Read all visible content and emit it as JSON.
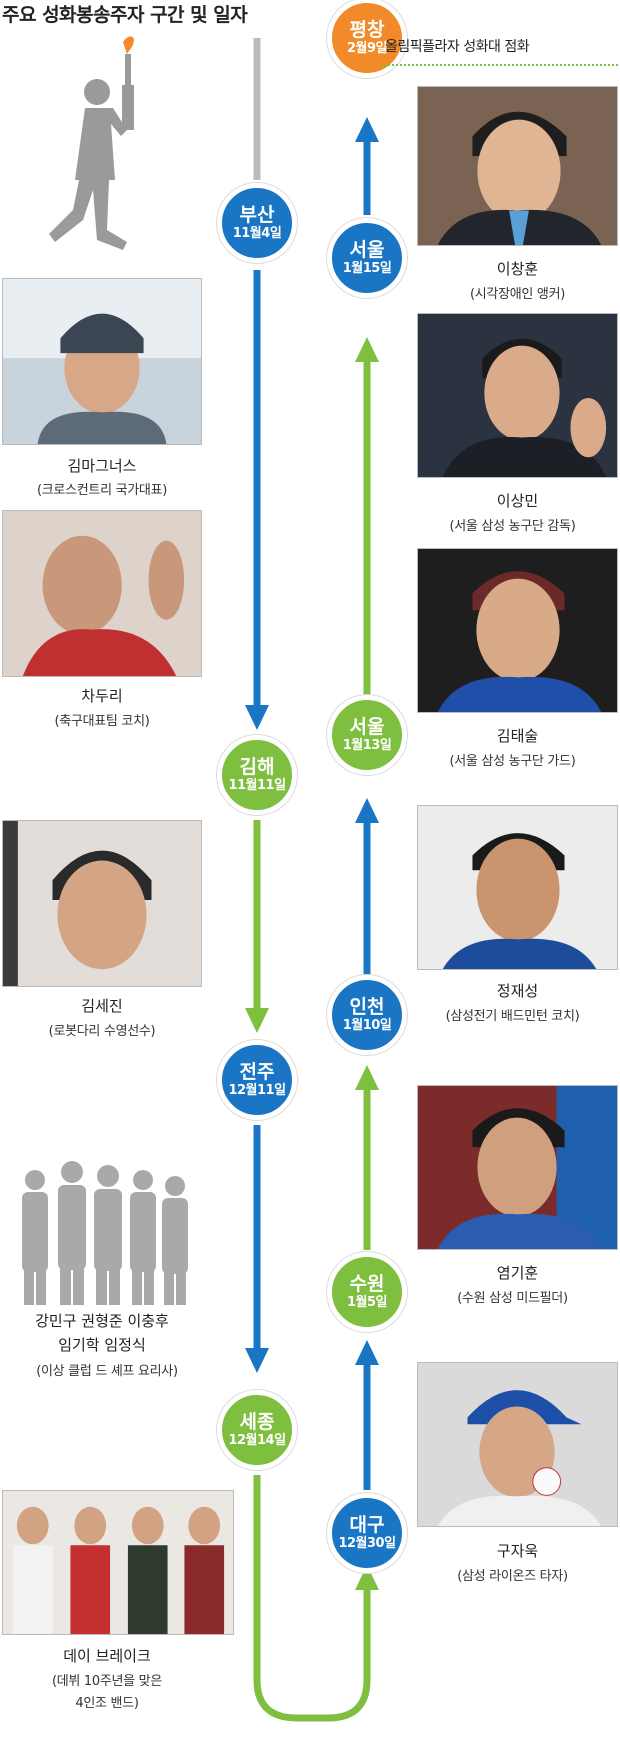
{
  "title": "주요 성화봉송주자 구간 및 일자",
  "final_label": "올림픽플라자 성화대 점화",
  "stops": {
    "pyeongchang": {
      "city": "평창",
      "date": "2월9일"
    },
    "busan": {
      "city": "부산",
      "date": "11월4일"
    },
    "gimhae": {
      "city": "김해",
      "date": "11월11일"
    },
    "jeonju": {
      "city": "전주",
      "date": "12월11일"
    },
    "sejong": {
      "city": "세종",
      "date": "12월14일"
    },
    "daegu": {
      "city": "대구",
      "date": "12월30일"
    },
    "suwon": {
      "city": "수원",
      "date": "1월5일"
    },
    "incheon": {
      "city": "인천",
      "date": "1월10일"
    },
    "seoul2": {
      "city": "서울",
      "date": "1월13일"
    },
    "seoul1": {
      "city": "서울",
      "date": "1월15일"
    }
  },
  "runners": {
    "magnus": {
      "name": "김마그너스",
      "role": "(크로스컨트리 국가대표)"
    },
    "chaduri": {
      "name": "차두리",
      "role": "(축구대표팀 코치)"
    },
    "kimsejin": {
      "name": "김세진",
      "role": "(로봇다리 수영선수)"
    },
    "chefs": {
      "name_line1": "강민구 권형준 이충후",
      "name_line2": "임기학 임정식",
      "role": "(이상 클럽 드 셰프 요리사)"
    },
    "daybreak": {
      "name": "데이 브레이크",
      "role_line1": "(데뷔 10주년을 맞은",
      "role_line2": "4인조 밴드)"
    },
    "leechanghun": {
      "name": "이창훈",
      "role": "(시각장애인 앵커)"
    },
    "leesangmin": {
      "name": "이상민",
      "role": "(서울 삼성 농구단 감독)"
    },
    "kimtaesul": {
      "name": "김태술",
      "role": "(서울 삼성 농구단 가드)"
    },
    "jungjaesung": {
      "name": "정재성",
      "role": "(삼성전기 배드민턴 코치)"
    },
    "yeomkihun": {
      "name": "염기훈",
      "role": "(수원 삼성 미드필더)"
    },
    "gujawook": {
      "name": "구자욱",
      "role": "(삼성 라이온즈 타자)"
    }
  },
  "colors": {
    "blue": "#1a76c4",
    "green": "#7fbf3f",
    "orange": "#f28a2a",
    "gray": "#bbbbbb"
  }
}
